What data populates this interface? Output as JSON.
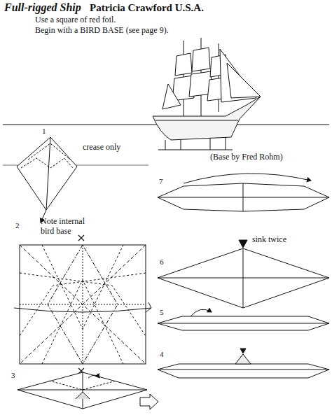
{
  "diagram": {
    "title": "Full-rigged Ship",
    "labels": [
      "Patricia Crawford U.S.A.",
      "Use a square of red foil.",
      "Begin with a BIRD BASE (see page 9).",
      "1",
      "crease only",
      "(Base by Fred Rohm)",
      "7",
      "2",
      "Note internal bird base",
      "sink twice",
      "6",
      "5",
      "3",
      "4"
    ]
  }
}
